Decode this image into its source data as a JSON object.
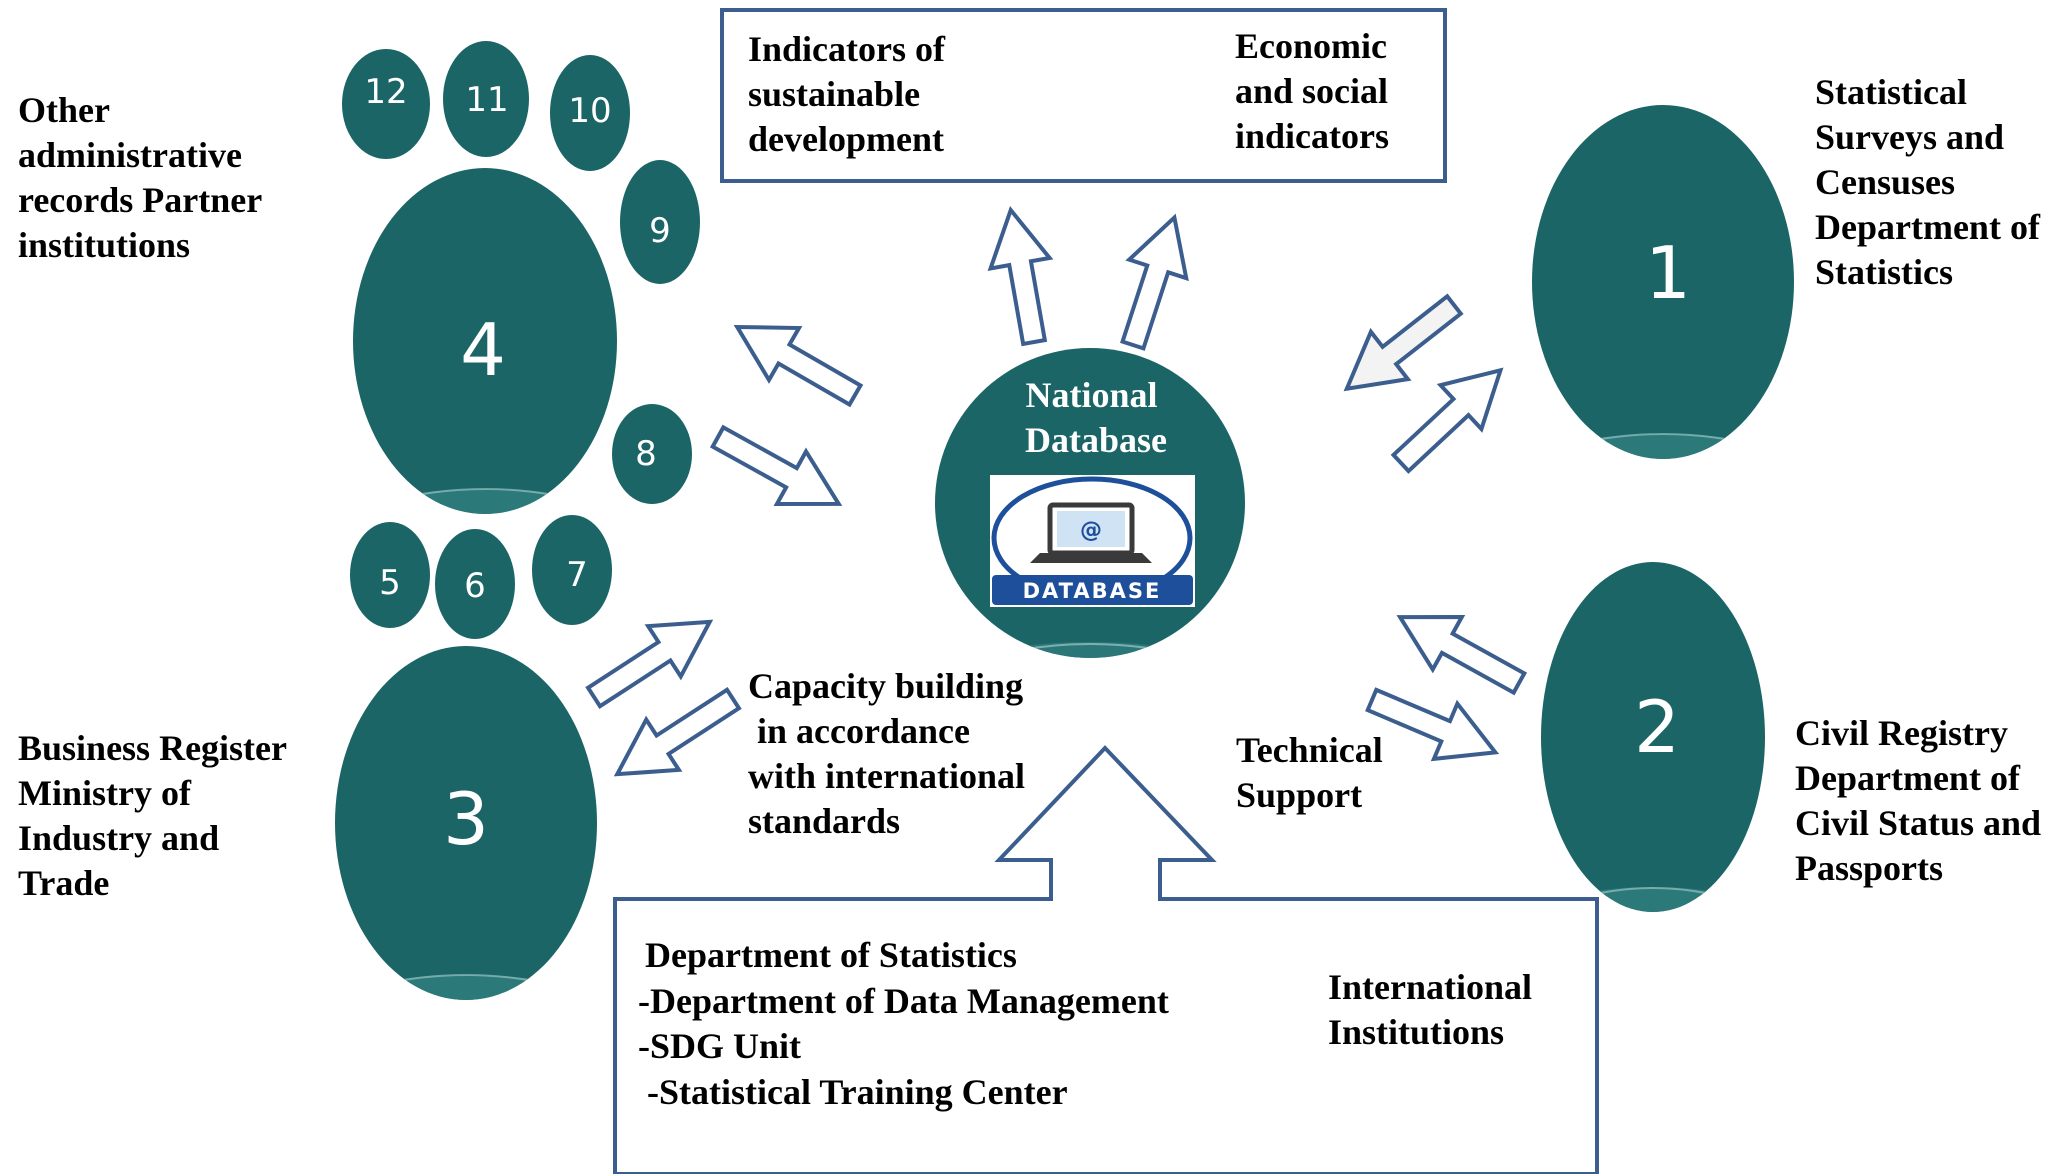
{
  "colors": {
    "node_fill": "#1b6567",
    "arrow_stroke": "#3b5e8e",
    "box_stroke": "#3b5e8e",
    "db_blue": "#1e4f9a"
  },
  "center": {
    "title_lines": [
      "National",
      "Database"
    ],
    "icon_name": "database-laptop-icon",
    "icon_text": "DATABASE",
    "icon_at": "@"
  },
  "top_box": {
    "left_lines": [
      "Indicators of",
      "sustainable",
      "development"
    ],
    "right_lines": [
      "Economic",
      "and social",
      "indicators"
    ]
  },
  "bottom_box": {
    "left_lines": [
      "Department of Statistics",
      "-Department of Data  Management",
      "-SDG Unit",
      " -Statistical Training Center"
    ],
    "right_lines": [
      "International",
      "Institutions"
    ]
  },
  "nodes": {
    "n1": {
      "number": "1",
      "label_lines": [
        "Statistical",
        "Surveys and",
        "Censuses",
        "Department of",
        "Statistics"
      ]
    },
    "n2": {
      "number": "2",
      "label_lines": [
        "Civil Registry",
        "Department of",
        "Civil Status and",
        "Passports"
      ]
    },
    "n3": {
      "number": "3",
      "label_lines": [
        "Business Register",
        "Ministry of",
        "Industry and",
        "Trade"
      ]
    },
    "n4": {
      "number": "4",
      "label_lines": [
        "Other",
        "administrative",
        "records Partner",
        "institutions"
      ]
    }
  },
  "small_nodes": [
    "5",
    "6",
    "7",
    "8",
    "9",
    "10",
    "11",
    "12"
  ],
  "annotations": {
    "capacity_lines": [
      "Capacity building",
      " in accordance",
      "with international",
      "standards"
    ],
    "technical_lines": [
      "Technical",
      "Support"
    ]
  }
}
